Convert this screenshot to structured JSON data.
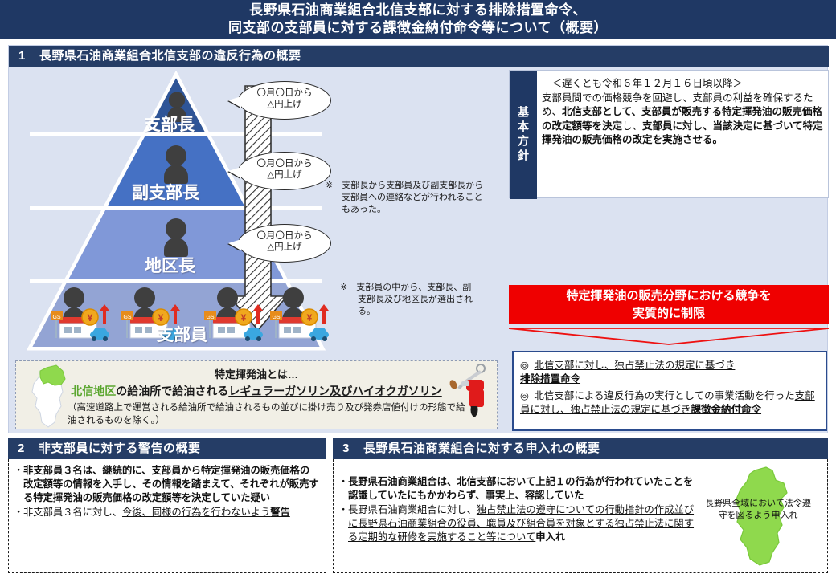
{
  "title": {
    "line1": "長野県石油商業組合北信支部に対する排除措置命令、",
    "line2": "同支部の支部員に対する課徴金納付命令等について（概要）"
  },
  "section1": {
    "number": "1",
    "heading": "長野県石油商業組合北信支部の違反行為の概要",
    "pyramid": {
      "levels": [
        {
          "label": "支部長",
          "color": "#2f5597"
        },
        {
          "label": "副支部長",
          "color": "#4571c4"
        },
        {
          "label": "地区長",
          "color": "#8098d8"
        },
        {
          "label": "支部員",
          "color": "#93a4d4"
        }
      ],
      "bubbles": [
        {
          "line1": "〇月〇日から",
          "line2": "△円上げ"
        },
        {
          "line1": "〇月〇日から",
          "line2": "△円上げ"
        },
        {
          "line1": "〇月〇日から",
          "line2": "△円上げ"
        }
      ],
      "note_top": "※　支部長から支部員及び副支部長から支部員への連絡などが行われることもあった。",
      "note_bottom": "※　支部員の中から、支部長、副支部長及び地区長が選出される。"
    },
    "definition": {
      "title": "特定揮発油とは…",
      "main_prefix": "北信地区",
      "main_mid": "の給油所で給油される",
      "main_suffix": "レギュラーガソリン及びハイオクガソリン",
      "note": "（高速道路上で運営される給油所で給油されるもの並びに掛け売り及び発券店値付けの形態で給油されるものを除く。）"
    },
    "kihon": {
      "tab_label": "基本方針",
      "date_line": "＜遅くとも令和６年１２月１６日頃以降＞",
      "plain1": "支部員間での価格競争を回避し、支部員の利益を確保するため、",
      "bold1": "北信支部として、支部員が販売する特定揮発油の販売価格の改定額等を決定",
      "plain2": "し、",
      "bold2": "支部員に対し、当該決定に基づいて特定揮発油の販売価格の改定を実施させる。"
    },
    "red_banner": {
      "line1": "特定揮発油の販売分野における競争を",
      "line2": "実質的に制限"
    },
    "orders": [
      {
        "marker": "◎",
        "underlined": "北信支部に対し、独占禁止法の規定に基づき",
        "bold_underlined": "排除措置命令"
      },
      {
        "marker": "◎",
        "plain": "北信支部による違反行為の実行としての事業活動を行った",
        "underlined": "支部員に対し、独占禁止法の規定に基づき",
        "bold_underlined": "課徴金納付命令"
      }
    ]
  },
  "section2": {
    "number": "2",
    "heading": "非支部員に対する警告の概要",
    "bullets": [
      {
        "dot": "・",
        "bold": "非支部員３名は、継続的に、支部員から特定揮発油の販売価格の改定額等の情報を入手し、その情報を踏まえて、それぞれが販売する特定揮発油の販売価格の改定額等を決定していた疑い"
      },
      {
        "dot": "・",
        "plain": "非支部員３名に対し、",
        "underlined": "今後、同様の行為を行わないよう",
        "bold_underlined": "警告"
      }
    ]
  },
  "section3": {
    "number": "3",
    "heading": "長野県石油商業組合に対する申入れの概要",
    "bullets": [
      {
        "dot": "・",
        "bold": "長野県石油商業組合は、北信支部において上記１の行為が行われていたことを認識していたにもかかわらず、事実上、容認していた"
      },
      {
        "dot": "・",
        "plain": "長野県石油商業組合に対し、",
        "underlined": "独占禁止法の遵守についての行動指針の作成並びに長野県石油商業組合の役員、職員及び組合員を対象とする独占禁止法に関する定期的な研修を実施すること等について",
        "bold_underlined": "申入れ"
      }
    ],
    "map_caption": "長野県全域において法令遵守を図るよう申入れ"
  },
  "colors": {
    "navy": "#1f3864",
    "header_navy": "#253d66",
    "panel_bg": "#dbe2f1",
    "red": "#ef0000",
    "green": "#8fd94d",
    "light_green": "#9bdf5c"
  }
}
